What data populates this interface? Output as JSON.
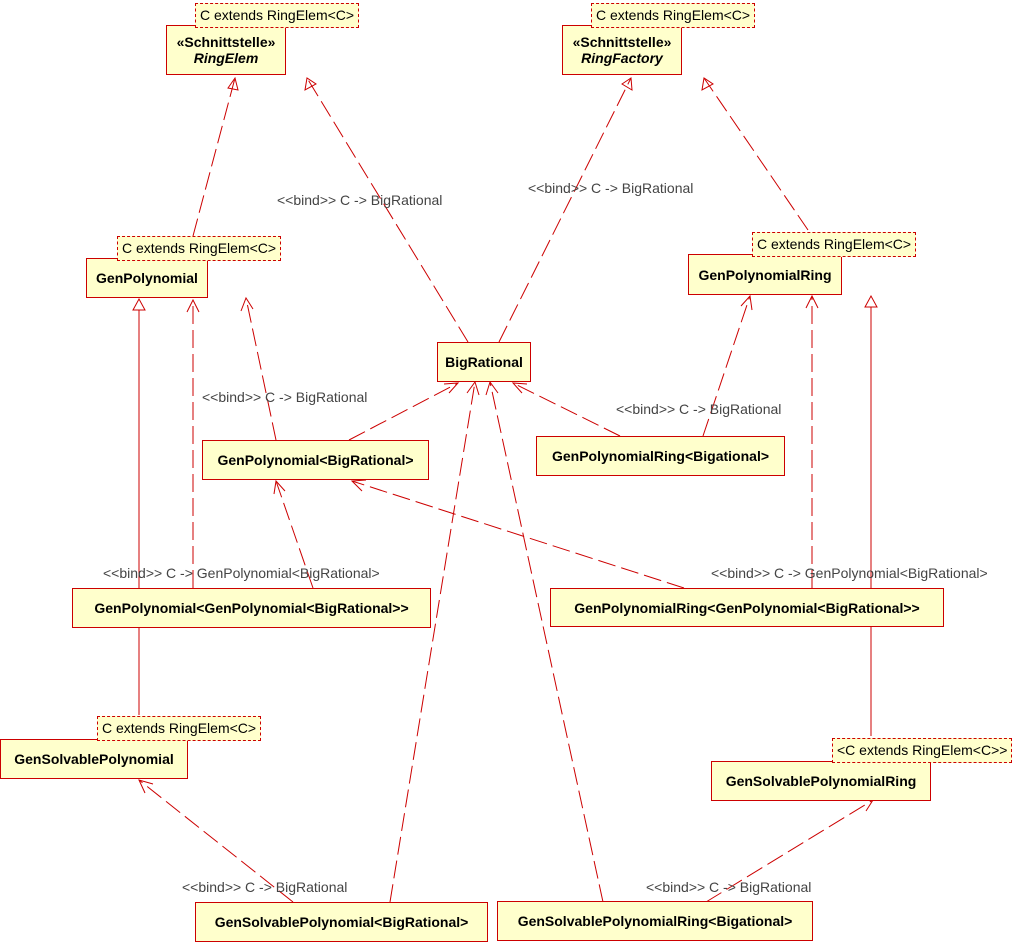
{
  "interfaces": {
    "ring_elem": {
      "stereotype": "«Schnittstelle»",
      "name": "RingElem",
      "type_param": "C extends RingElem<C>"
    },
    "ring_factory": {
      "stereotype": "«Schnittstelle»",
      "name": "RingFactory",
      "type_param": "C extends RingElem<C>"
    }
  },
  "classes": {
    "gen_polynomial": {
      "name": "GenPolynomial",
      "type_param": "C extends RingElem<C>"
    },
    "gen_polynomial_ring": {
      "name": "GenPolynomialRing",
      "type_param": "C extends RingElem<C>"
    },
    "big_rational": {
      "name": "BigRational"
    },
    "gen_polynomial_bigrational": {
      "name": "GenPolynomial<BigRational>"
    },
    "gen_polynomial_ring_bigational": {
      "name": "GenPolynomialRing<Bigational>"
    },
    "gen_polynomial_nested": {
      "name": "GenPolynomial<GenPolynomial<BigRational>>"
    },
    "gen_polynomial_ring_nested": {
      "name": "GenPolynomialRing<GenPolynomial<BigRational>>"
    },
    "gen_solvable_polynomial": {
      "name": "GenSolvablePolynomial",
      "type_param": "C extends RingElem<C>"
    },
    "gen_solvable_polynomial_ring": {
      "name": "GenSolvablePolynomialRing",
      "type_param": "<C extends RingElem<C>>"
    },
    "gen_solvable_polynomial_bigrational": {
      "name": "GenSolvablePolynomial<BigRational>"
    },
    "gen_solvable_polynomial_ring_bigational": {
      "name": "GenSolvablePolynomialRing<Bigational>"
    }
  },
  "edge_labels": {
    "bind_ringelem": "<<bind>> C -> BigRational",
    "bind_ringfactory": "<<bind>> C -> BigRational",
    "bind_genpolynomial": "<<bind>> C -> BigRational",
    "bind_genpolynomialring": "<<bind>> C -> BigRational",
    "bind_nested_poly": "<<bind>> C -> GenPolynomial<BigRational>",
    "bind_nested_ring": "<<bind>> C -> GenPolynomial<BigRational>",
    "bind_solvable_poly": "<<bind>> C -> BigRational",
    "bind_solvable_ring": "<<bind>> C -> BigRational"
  },
  "colors": {
    "line": "#cc0000",
    "box_fill": "#ffffcc",
    "label_text": "#444444"
  }
}
